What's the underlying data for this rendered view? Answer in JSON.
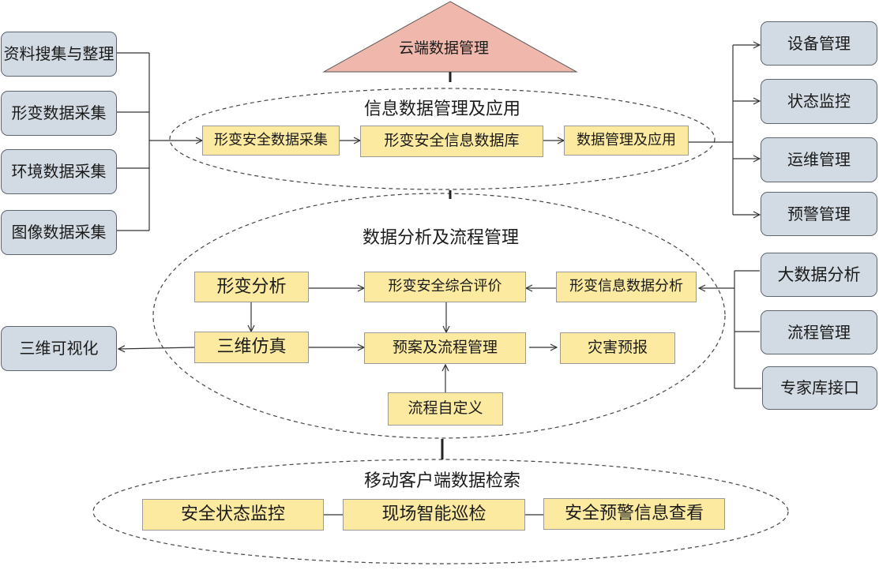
{
  "cloud": {
    "title": "云端数据管理"
  },
  "info_section": {
    "title": "信息数据管理及应用",
    "boxes": [
      "形变安全数据采集",
      "形变安全信息数据库",
      "数据管理及应用"
    ]
  },
  "left_inputs": [
    "资料搜集与整理",
    "形变数据采集",
    "环境数据采集",
    "图像数据采集"
  ],
  "right_outputs_top": [
    "设备管理",
    "状态监控",
    "运维管理",
    "预警管理"
  ],
  "analysis_section": {
    "title": "数据分析及流程管理",
    "deform_analysis": "形变分析",
    "sim_3d": "三维仿真",
    "safety_eval": "形变安全综合评价",
    "info_analysis": "形变信息数据分析",
    "plan_mgmt": "预案及流程管理",
    "disaster_forecast": "灾害预报",
    "custom_flow": "流程自定义"
  },
  "viz_3d": "三维可视化",
  "right_outputs_bottom": [
    "大数据分析",
    "流程管理",
    "专家库接口"
  ],
  "mobile_section": {
    "title": "移动客户端数据检索",
    "boxes": [
      "安全状态监控",
      "现场智能巡检",
      "安全预警信息查看"
    ]
  },
  "colors": {
    "grey_box": "#d2dbe3",
    "yellow_box": "#fbeaa0",
    "triangle": "#f0b8ad",
    "line": "#333333"
  }
}
